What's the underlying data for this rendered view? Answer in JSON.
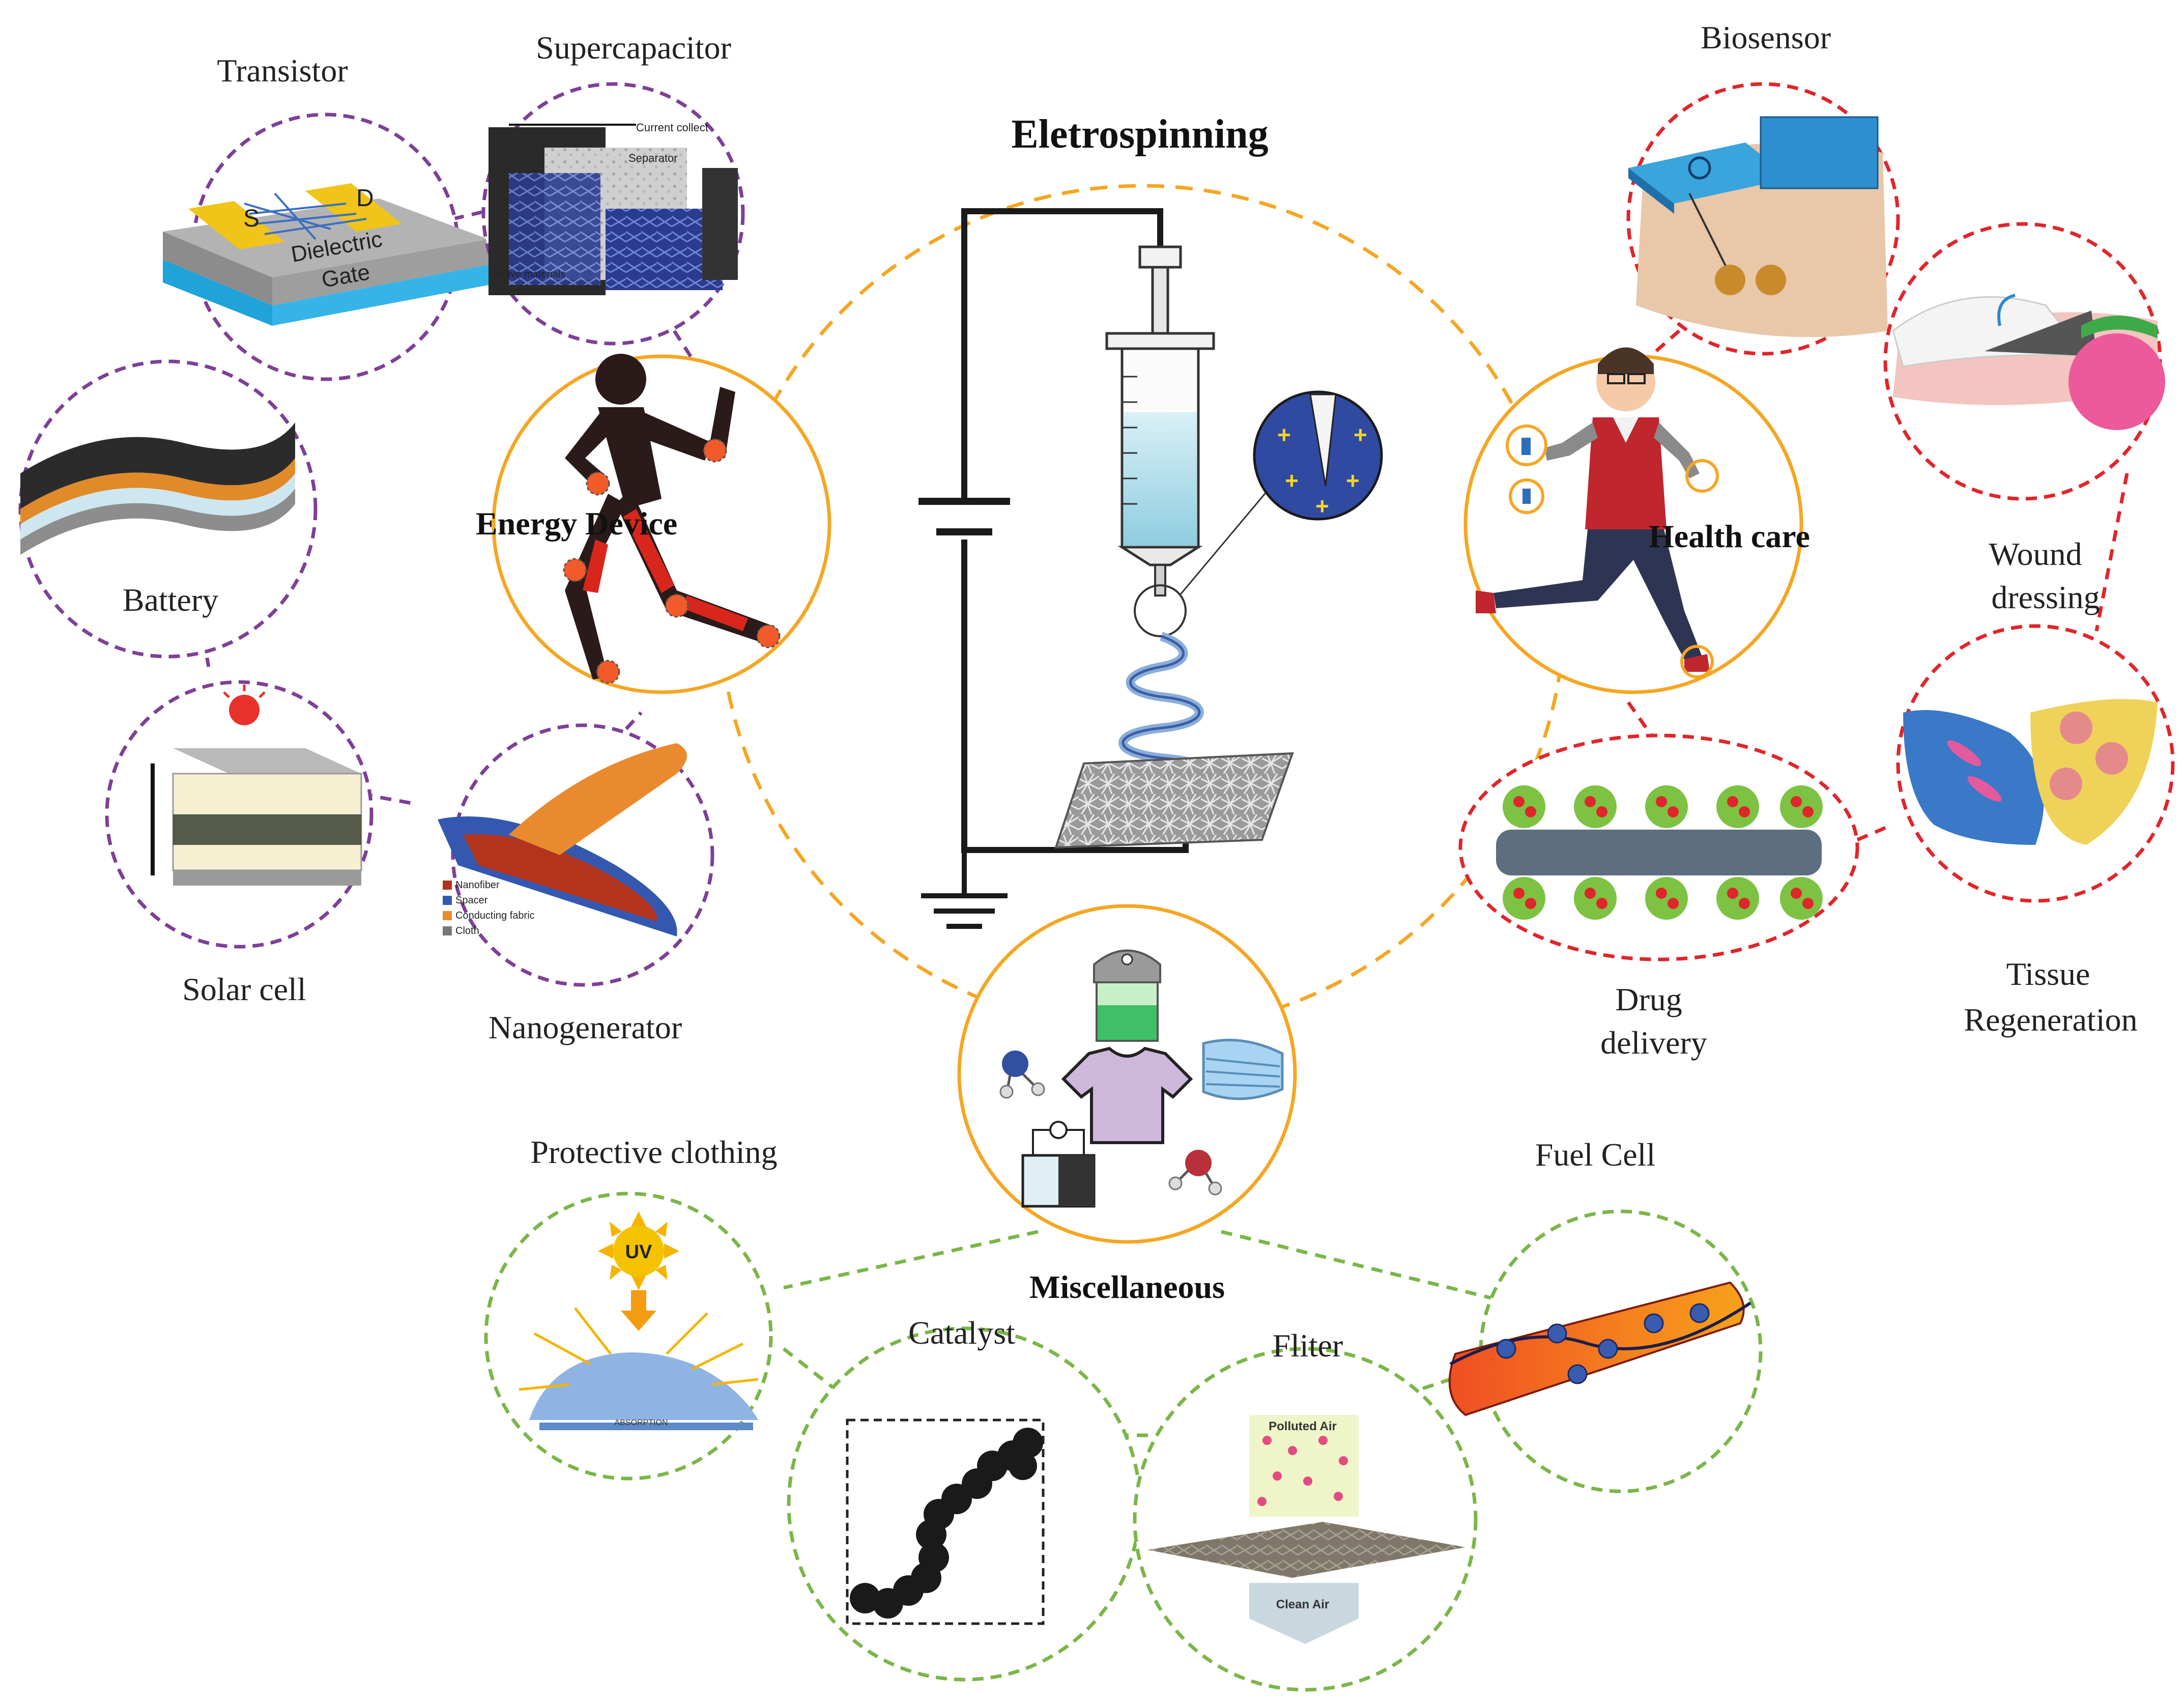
{
  "title": "Eletrospinning",
  "hubs": {
    "energy": "Energy Device",
    "health": "Health care",
    "misc": "Miscellaneous"
  },
  "energy_apps": {
    "transistor": "Transistor",
    "supercapacitor": "Supercapacitor",
    "battery": "Battery",
    "solar": "Solar cell",
    "nanogenerator": "Nanogenerator"
  },
  "health_apps": {
    "biosensor": "Biosensor",
    "wound_line1": "Wound",
    "wound_line2": "dressing",
    "tissue_line1": "Tissue",
    "tissue_line2": "Regeneration",
    "drug_line1": "Drug",
    "drug_line2": "delivery"
  },
  "misc_apps": {
    "protective": "Protective clothing",
    "catalyst": "Catalyst",
    "filter": "Fliter",
    "fuelcell": "Fuel Cell"
  },
  "inset_text": {
    "transistor_s": "S",
    "transistor_d": "D",
    "transistor_dielectric": "Dielectric",
    "transistor_gate": "Gate",
    "supercap_current": "Current collect",
    "supercap_separator": "Separator",
    "supercap_active": "Active materials",
    "nanogen_legend": [
      "Nanofiber",
      "Spacer",
      "Conducting fabric",
      "Cloth"
    ],
    "uv": "UV",
    "absorption": "ABSORPTION",
    "filter_polluted": "Polluted Air",
    "filter_clean": "Clean Air"
  },
  "colors": {
    "energy": "#7e3f98",
    "health": "#e0252b",
    "misc": "#7ab648",
    "hub": "#f5a623",
    "main": "#f5a623"
  }
}
